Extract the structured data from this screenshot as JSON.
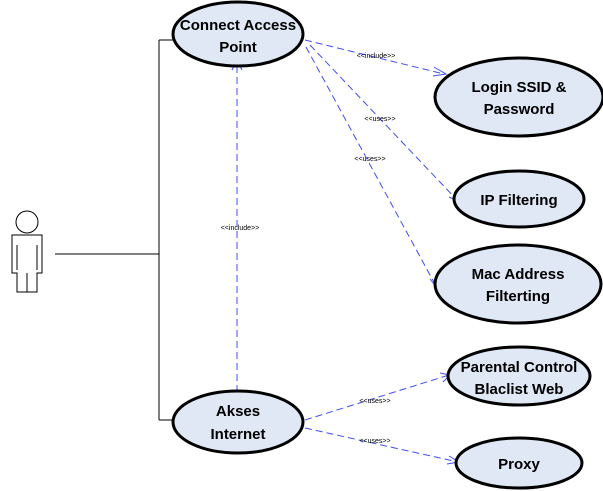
{
  "colors": {
    "use_case_fill": "#dfe8f4",
    "use_case_stroke": "#000000",
    "dependency_line": "#3f4ff0"
  },
  "use_cases": {
    "connect_access_point": [
      "Connect Access",
      "Point"
    ],
    "login_ssid": [
      "Login SSID &",
      "Password"
    ],
    "ip_filtering": [
      "IP Filtering"
    ],
    "mac_filtering": [
      "Mac Address",
      "Filterting"
    ],
    "parental_control": [
      "Parental Control",
      "Blaclist Web"
    ],
    "akses_internet": [
      "Akses",
      "Internet"
    ],
    "proxy": [
      "Proxy"
    ]
  },
  "relations": {
    "cap_to_login": "<<include>>",
    "cap_to_ip": "<<uses>>",
    "cap_to_mac": "<<uses>>",
    "akses_to_cap": "<<include>>",
    "akses_to_parental": "<<uses>>",
    "akses_to_proxy": "<<uses>>"
  }
}
